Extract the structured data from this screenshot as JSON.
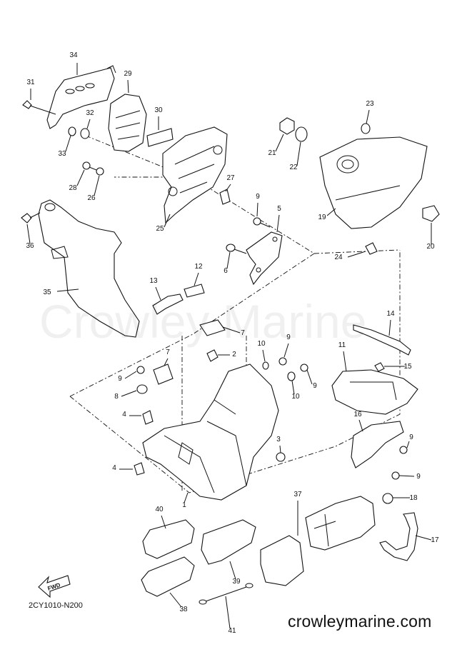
{
  "diagram": {
    "reference_code": "2CY1010-N200",
    "watermark": "Crowley Marine",
    "website": "crowleymarine.com",
    "fwd_label": "FWD",
    "parts": [
      {
        "num": "34"
      },
      {
        "num": "31"
      },
      {
        "num": "29"
      },
      {
        "num": "32"
      },
      {
        "num": "30"
      },
      {
        "num": "33"
      },
      {
        "num": "28"
      },
      {
        "num": "26"
      },
      {
        "num": "27"
      },
      {
        "num": "25"
      },
      {
        "num": "36"
      },
      {
        "num": "35"
      },
      {
        "num": "9"
      },
      {
        "num": "5"
      },
      {
        "num": "6"
      },
      {
        "num": "23"
      },
      {
        "num": "21"
      },
      {
        "num": "22"
      },
      {
        "num": "19"
      },
      {
        "num": "20"
      },
      {
        "num": "24"
      },
      {
        "num": "13"
      },
      {
        "num": "12"
      },
      {
        "num": "7"
      },
      {
        "num": "14"
      },
      {
        "num": "10"
      },
      {
        "num": "9"
      },
      {
        "num": "2"
      },
      {
        "num": "7"
      },
      {
        "num": "11"
      },
      {
        "num": "15"
      },
      {
        "num": "9"
      },
      {
        "num": "9"
      },
      {
        "num": "10"
      },
      {
        "num": "8"
      },
      {
        "num": "4"
      },
      {
        "num": "16"
      },
      {
        "num": "3"
      },
      {
        "num": "9"
      },
      {
        "num": "4"
      },
      {
        "num": "9"
      },
      {
        "num": "1"
      },
      {
        "num": "37"
      },
      {
        "num": "18"
      },
      {
        "num": "40"
      },
      {
        "num": "17"
      },
      {
        "num": "39"
      },
      {
        "num": "38"
      },
      {
        "num": "41"
      }
    ]
  }
}
